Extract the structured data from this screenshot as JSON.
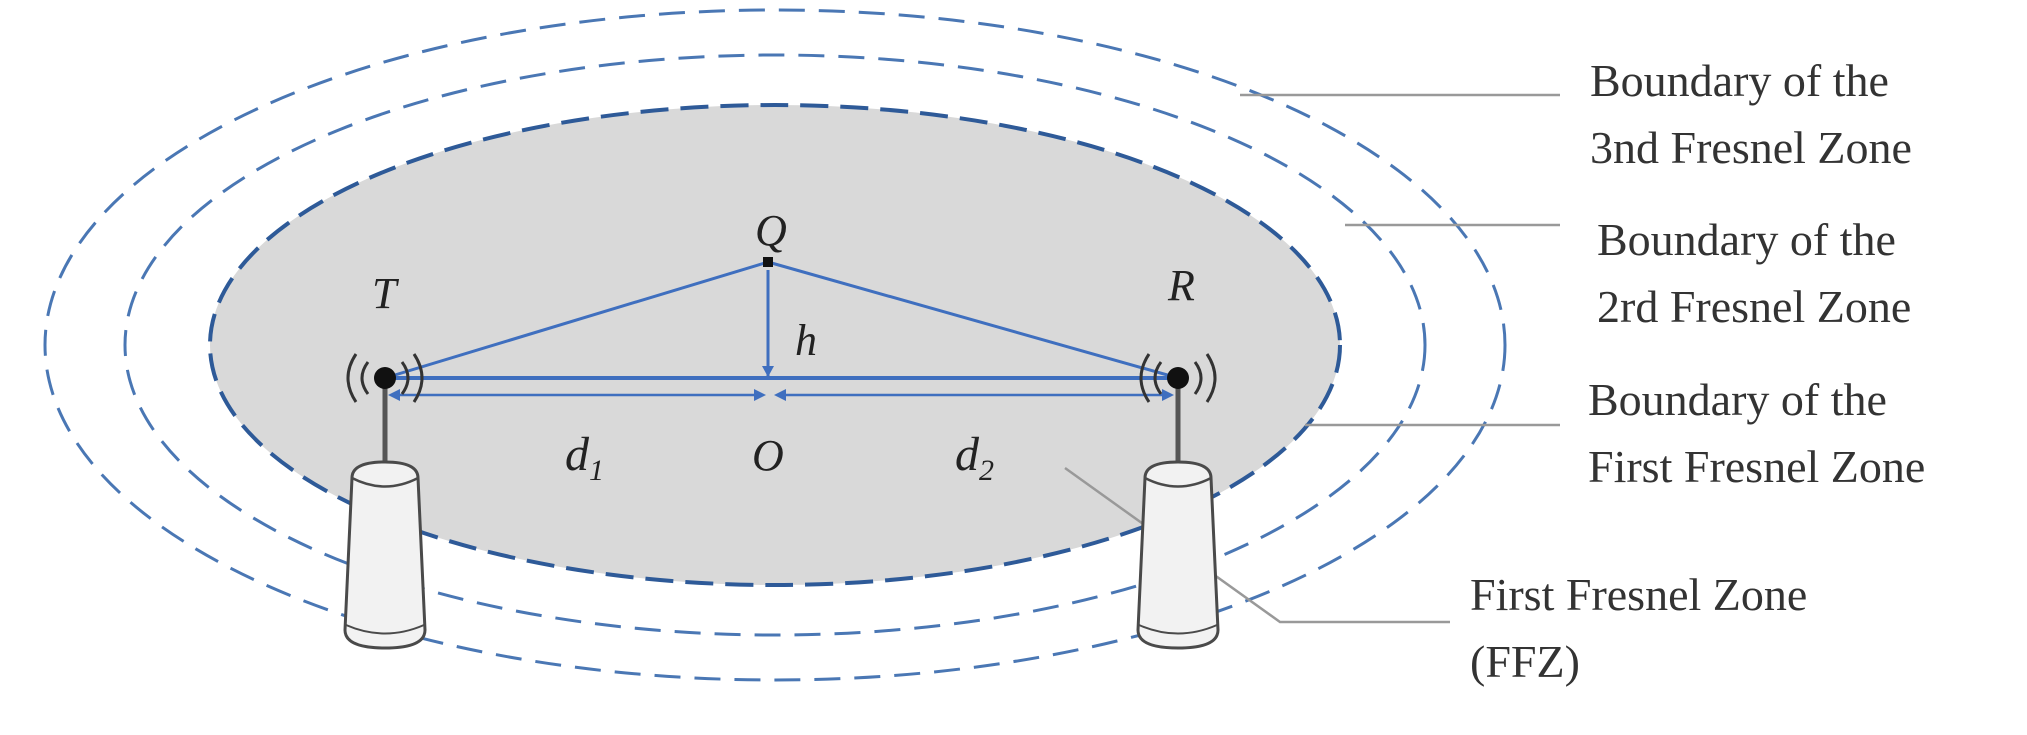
{
  "points": {
    "transmitter": "T",
    "receiver": "R",
    "reflection_point": "Q",
    "midpoint": "O"
  },
  "distances": {
    "height": "h",
    "d1_base": "d",
    "d1_sub": "1",
    "d2_base": "d",
    "d2_sub": "2"
  },
  "labels": {
    "zone3_line1": "Boundary of the",
    "zone3_line2": "3nd Fresnel Zone",
    "zone2_line1": "Boundary of the",
    "zone2_line2": "2rd Fresnel Zone",
    "zone1_line1": "Boundary of the",
    "zone1_line2": "First Fresnel Zone",
    "ffz_line1": "First Fresnel Zone",
    "ffz_line2": "(FFZ)"
  },
  "colors": {
    "zone_fill": "#d9d9d9",
    "zone_boundary": "#4a77b4",
    "first_zone_boundary": "#2e5a98",
    "geometry_lines": "#3f6fbf",
    "leader_lines": "#999999",
    "tower_stroke": "#4a4a4a"
  }
}
